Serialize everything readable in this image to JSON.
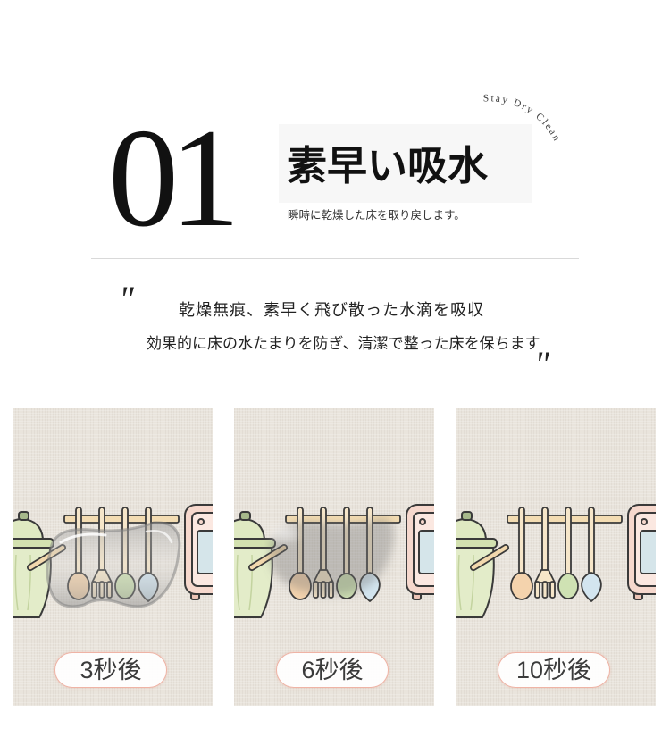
{
  "section": {
    "number": "01",
    "title": "素早い吸水",
    "subtitle": "瞬時に乾燥した床を取り戻します。",
    "tagline": "Stay Dry Clean"
  },
  "quote": {
    "open_mark": "\"",
    "close_mark": "\"",
    "lines": [
      "乾燥無痕、素早く飛び散った水滴を吸収",
      "効果的に床の水たまりを防ぎ、清潔で整った床を保ちます"
    ]
  },
  "panels": [
    {
      "label": "3秒後"
    },
    {
      "label": "6秒後"
    },
    {
      "label": "10秒後"
    }
  ],
  "colors": {
    "panel_background": "#e9e4dc",
    "badge_border": "#efb3a5",
    "divider": "#d9d9d9"
  }
}
